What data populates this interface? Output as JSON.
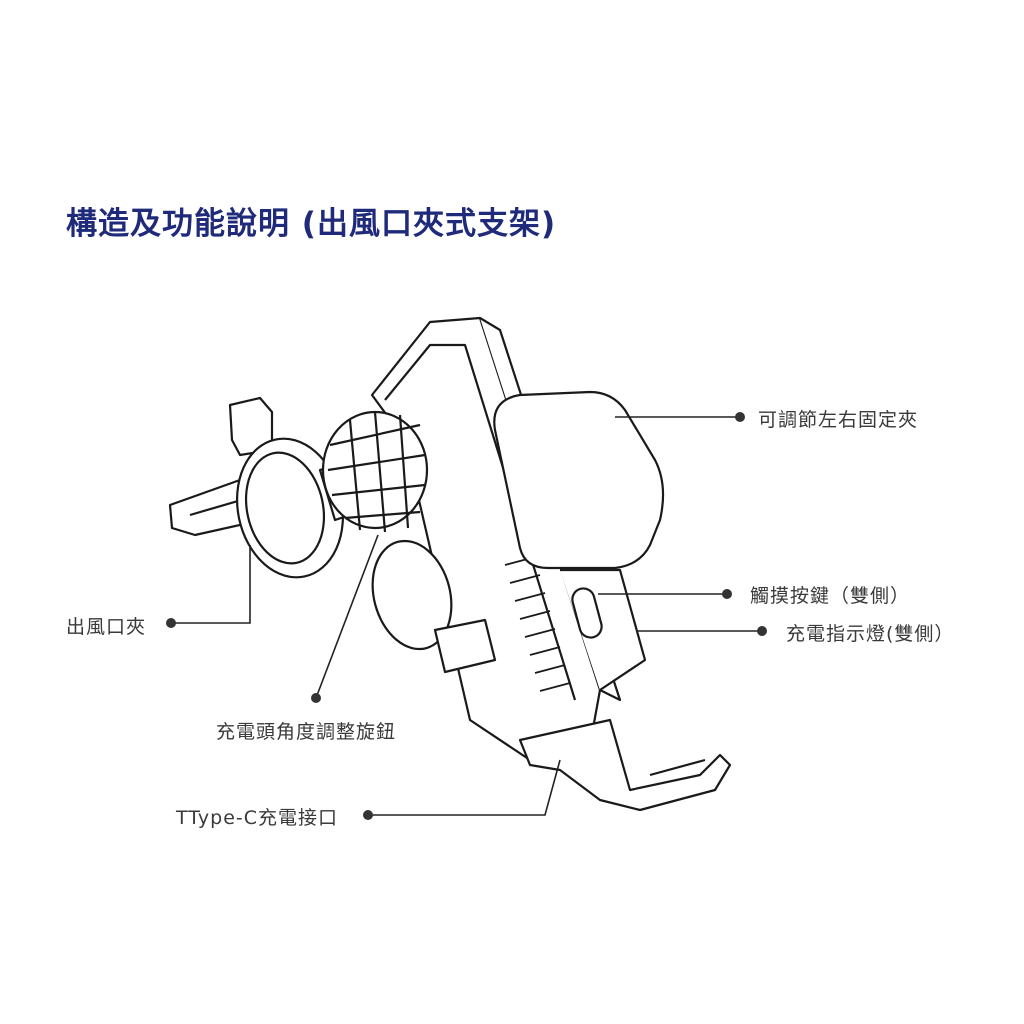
{
  "title": "構造及功能說明 (出風口夾式支架)",
  "labels": {
    "side_clamp": "可調節左右固定夾",
    "touch_button": "觸摸按鍵（雙側）",
    "charge_indicator": "充電指示燈(雙側）",
    "vent_clip": "出風口夾",
    "angle_knob": "充電頭角度調整旋鈕",
    "type_c_port": "TType-C充電接口"
  },
  "colors": {
    "title": "#1f2a7a",
    "label": "#3a3a3a",
    "line": "#222222"
  }
}
